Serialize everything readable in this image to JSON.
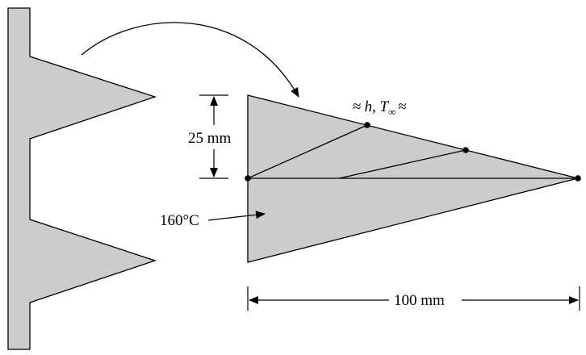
{
  "labels": {
    "thickness": "25 mm",
    "length": "100 mm",
    "base_temp": "160°C",
    "convection_approx": "≈",
    "convection_h": "h",
    "convection_sep": ", ",
    "convection_T": "T",
    "convection_sub": "∞",
    "convection_approx_end": "≈"
  },
  "colors": {
    "fill": "#cccccc",
    "stroke": "#000000"
  }
}
